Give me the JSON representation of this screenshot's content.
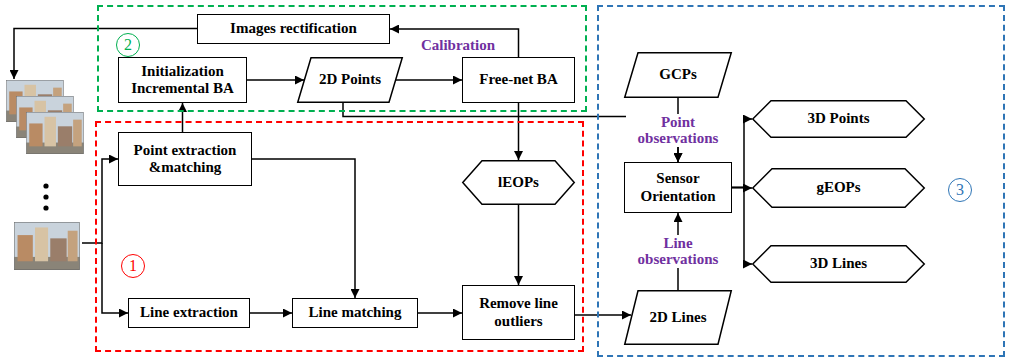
{
  "diagram": {
    "nodes": [
      {
        "text": [
          "2"
        ]
      },
      {
        "text": [
          "Images rectification"
        ],
        "in": 0
      },
      {
        "text": [
          "Initialization Incremental BA"
        ],
        "in": 0
      },
      {
        "text": [
          "2D Points"
        ],
        "in": 0
      },
      {
        "text": [
          "Free-net BA"
        ],
        "in": 0
      },
      {
        "text": [
          "1"
        ]
      },
      {
        "text": [
          "Point extraction &matching"
        ],
        "in": 5
      },
      {
        "text": [
          "lEOPs"
        ],
        "in": 5
      },
      {
        "text": [
          "Line extraction"
        ],
        "in": 5
      },
      {
        "text": [
          "Line matching"
        ],
        "in": 5
      },
      {
        "text": [
          "Remove line outliers"
        ],
        "in": 5
      },
      {
        "text": [
          "3"
        ]
      },
      {
        "text": [
          "GCPs"
        ],
        "in": 11
      },
      {
        "text": [
          "Sensor Orientation"
        ],
        "in": 11
      },
      {
        "text": [
          "3D Points"
        ],
        "in": 11
      },
      {
        "text": [
          "gEOPs"
        ],
        "in": 11
      },
      {
        "text": [
          "2D Lines"
        ],
        "in": 11
      },
      {
        "text": [
          "3D Lines"
        ],
        "in": 11
      }
    ],
    "edges": [
      {
        "from": 4,
        "to": 1,
        "arrow": "to",
        "label": "Calibration"
      },
      {
        "from": 6,
        "to": 2,
        "arrow": "to"
      },
      {
        "from": 2,
        "to": 3,
        "arrow": "to"
      },
      {
        "from": 3,
        "to": 4,
        "arrow": "to"
      },
      {
        "from": 4,
        "to": 7,
        "arrow": "to"
      },
      {
        "from": 3,
        "to": 13,
        "arrow": "to",
        "label": "Point observations"
      },
      {
        "from": 12,
        "to": 13,
        "arrow": "to"
      },
      {
        "from": 6,
        "to": 9,
        "arrow": "to"
      },
      {
        "from": 8,
        "to": 9,
        "arrow": "to"
      },
      {
        "from": 9,
        "to": 10,
        "arrow": "to"
      },
      {
        "from": 7,
        "to": 10,
        "arrow": "to"
      },
      {
        "from": 10,
        "to": 16,
        "arrow": "to"
      },
      {
        "from": 16,
        "to": 13,
        "arrow": "to",
        "label": "Line observations"
      },
      {
        "from": 13,
        "to": 14,
        "arrow": "to"
      },
      {
        "from": 13,
        "to": 15,
        "arrow": "to"
      },
      {
        "from": 13,
        "to": 17,
        "arrow": "to"
      }
    ]
  }
}
